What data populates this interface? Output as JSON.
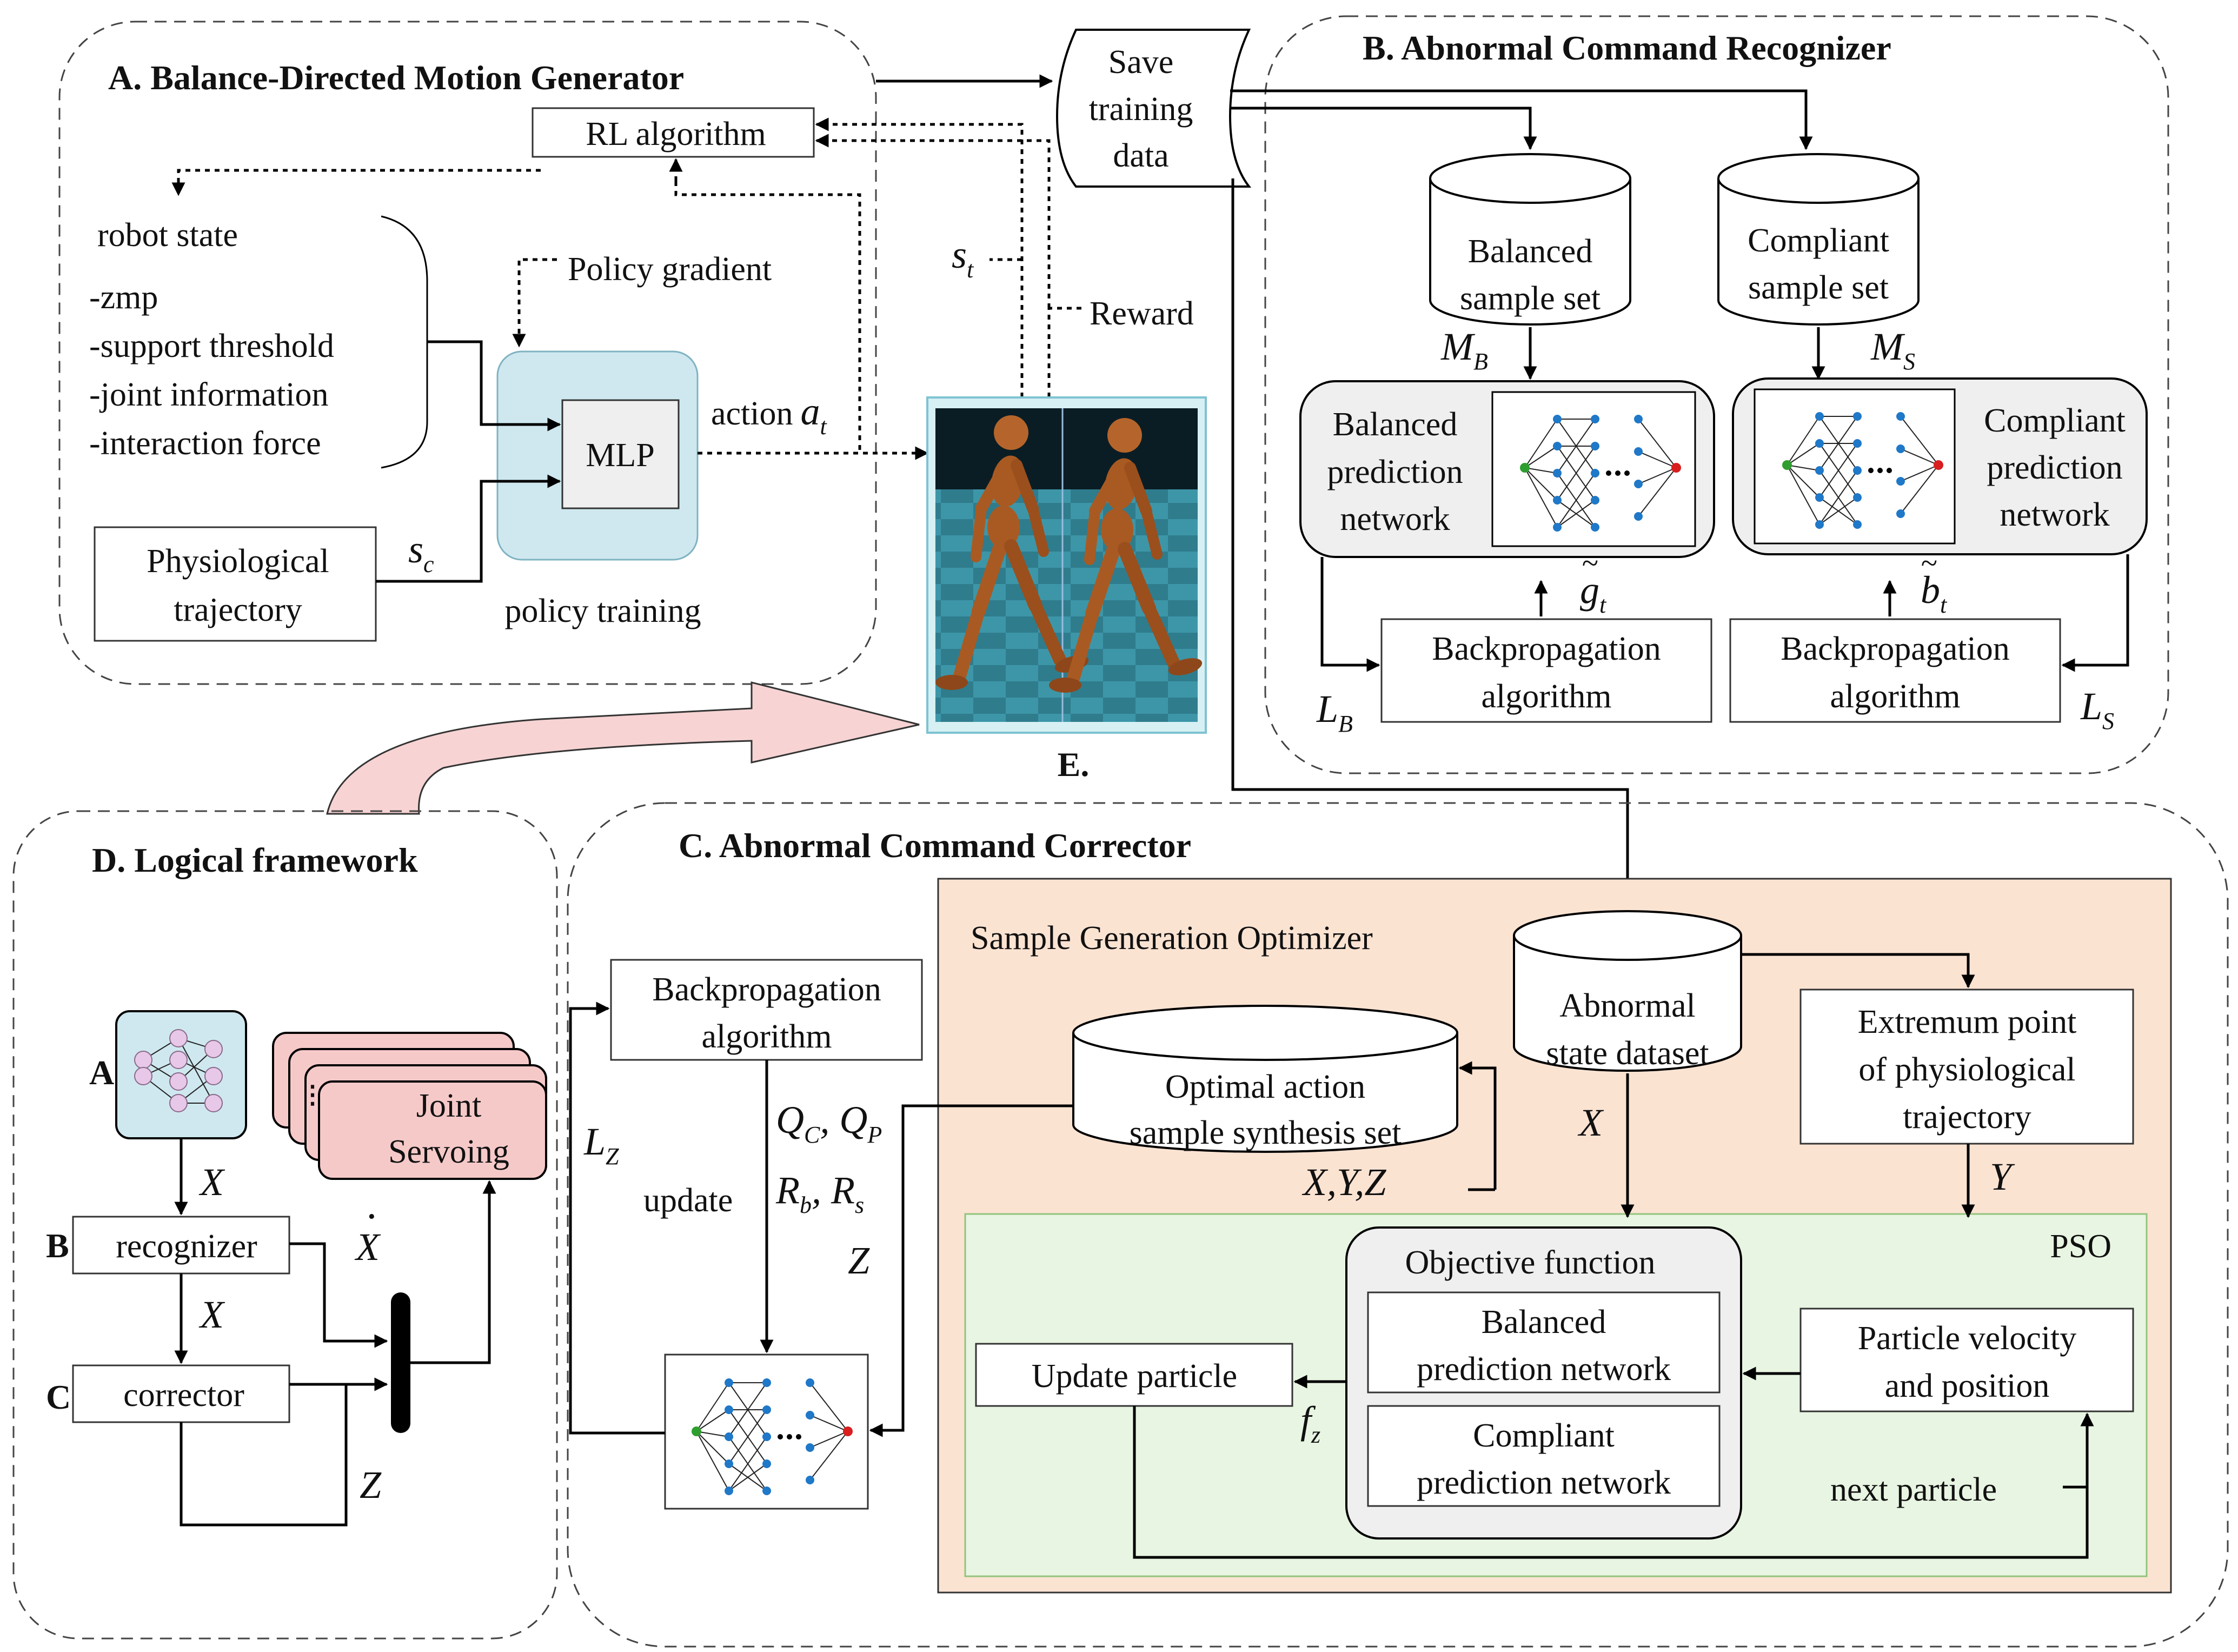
{
  "panels": {
    "A": {
      "title": "A. Balance-Directed Motion Generator",
      "rl_algorithm": "RL algorithm",
      "robot_state": "robot state",
      "state_items": [
        "-zmp",
        "-support threshold",
        "-joint information",
        "-interaction force"
      ],
      "mlp": "MLP",
      "physiological_1": "Physiological",
      "physiological_2": "trajectory",
      "s_c": "s",
      "s_c_sub": "c",
      "policy_training": "policy training",
      "policy_gradient": "Policy gradient",
      "action": "action",
      "a_t": "a",
      "a_t_sub": "t",
      "s_t": "s",
      "s_t_sub": "t",
      "reward": "Reward"
    },
    "save": {
      "line1": "Save",
      "line2": "training",
      "line3": "data"
    },
    "B": {
      "title": "B. Abnormal Command Recognizer",
      "balanced_set_1": "Balanced",
      "balanced_set_2": "sample set",
      "compliant_set_1": "Compliant",
      "compliant_set_2": "sample set",
      "m_b": "M",
      "m_b_sub": "B",
      "m_s": "M",
      "m_s_sub": "S",
      "bal_net_1": "Balanced",
      "bal_net_2": "prediction",
      "bal_net_3": "network",
      "comp_net_1": "Compliant",
      "comp_net_2": "prediction",
      "comp_net_3": "network",
      "g_t": "g",
      "g_t_sub": "t",
      "b_t": "b",
      "b_t_sub": "t",
      "bp1_1": "Backpropagation",
      "bp1_2": "algorithm",
      "bp2_1": "Backpropagation",
      "bp2_2": "algorithm",
      "l_b": "L",
      "l_b_sub": "B",
      "l_s": "L",
      "l_s_sub": "S"
    },
    "E": {
      "label": "E."
    },
    "D": {
      "title": "D. Logical framework",
      "a": "A",
      "b": "B",
      "c": "C",
      "x1": "X",
      "x2": "X",
      "xdot": "X",
      "z": "Z",
      "recognizer": "recognizer",
      "corrector": "corrector",
      "joint_1": "Joint",
      "joint_2": "Servoing"
    },
    "C": {
      "title": "C. Abnormal Command Corrector",
      "sample_gen": "Sample Generation Optimizer",
      "bp_1": "Backpropagation",
      "bp_2": "algorithm",
      "l_z": "L",
      "l_z_sub": "Z",
      "update": "update",
      "q_c": "Q",
      "q_c_sub": "C",
      "q_p": "Q",
      "q_p_sub": "P",
      "r_b": "R",
      "r_b_sub": "b",
      "r_s": "R",
      "r_s_sub": "s",
      "z": "Z",
      "optimal_1": "Optimal action",
      "optimal_2": "sample synthesis set",
      "abnormal_1": "Abnormal",
      "abnormal_2": "state dataset",
      "extremum_1": "Extremum point",
      "extremum_2": "of physiological",
      "extremum_3": "trajectory",
      "x": "X",
      "y": "Y",
      "xyz": "X,Y,Z",
      "pso": "PSO",
      "objective": "Objective function",
      "bal_net_1": "Balanced",
      "bal_net_2": "prediction network",
      "comp_net_1": "Compliant",
      "comp_net_2": "prediction network",
      "particle_1": "Particle velocity",
      "particle_2": "and position",
      "update_particle": "Update particle",
      "f_z": "f",
      "f_z_sub": "z",
      "next_particle": "next particle"
    }
  },
  "colors": {
    "mlp_panel": "#cfe8ef",
    "nn_icon": "#cfe8ef",
    "joint_servo": "#f6c9c9",
    "arrow_pink": "#f7d3d3",
    "sample_gen_bg": "#fbe3d2",
    "pso_bg": "#e8f5e2",
    "pso_border": "#93c47d",
    "node_blue": "#1f78c8",
    "node_green": "#2e9e2e",
    "node_red": "#d81e1e"
  }
}
